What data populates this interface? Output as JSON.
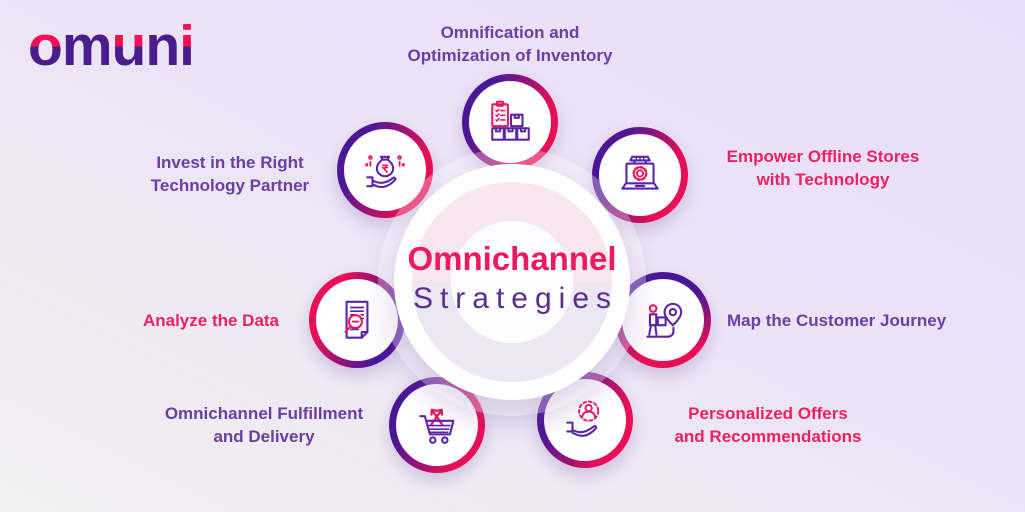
{
  "logo": {
    "text": "omuni"
  },
  "center": {
    "line1": "Omnichannel",
    "line2": "Strategies"
  },
  "items": [
    {
      "name": "inventory-optimization",
      "icon": "clipboard-boxes-icon",
      "lines": [
        "Omnification and",
        "Optimization of Inventory"
      ],
      "color": "label_purple"
    },
    {
      "name": "empower-offline-stores",
      "icon": "store-laptop-icon",
      "lines": [
        "Empower Offline Stores",
        "with Technology"
      ],
      "color": "label_pink"
    },
    {
      "name": "customer-journey",
      "icon": "journey-map-pin-icon",
      "lines": [
        "Map the Customer Journey"
      ],
      "color": "label_purple"
    },
    {
      "name": "personalized-offers",
      "icon": "hand-person-icon",
      "lines": [
        "Personalized Offers",
        "and Recommendations"
      ],
      "color": "label_pink"
    },
    {
      "name": "fulfillment-delivery",
      "icon": "cart-arrows-icon",
      "lines": [
        "Omnichannel Fulfillment",
        "and Delivery"
      ],
      "color": "label_purple"
    },
    {
      "name": "analyze-data",
      "icon": "document-magnifier-icon",
      "lines": [
        "Analyze the Data"
      ],
      "color": "label_pink"
    },
    {
      "name": "invest-technology-partner",
      "icon": "money-bag-hand-icon",
      "lines": [
        "Invest in the Right",
        "Technology Partner"
      ],
      "color": "label_purple"
    }
  ],
  "colors": {
    "title_pink": "#ED1A5E",
    "title_purple": "#5A2D91",
    "label_pink": "#EF215F",
    "label_purple": "#6B3EA5",
    "logo_pink": "#F40E53",
    "logo_purple": "#4A1D8C",
    "ring_purple": "#4C1797",
    "ring_pink": "#EA0E55",
    "icon_purple": "#5B24A6",
    "icon_pink": "#ED155C",
    "bg_top_right": "#E9DCFB",
    "bg_bottom_left": "#F1F0F0",
    "donut_pink": "#F8E7EF",
    "donut_lavender": "#EBE8F4"
  }
}
